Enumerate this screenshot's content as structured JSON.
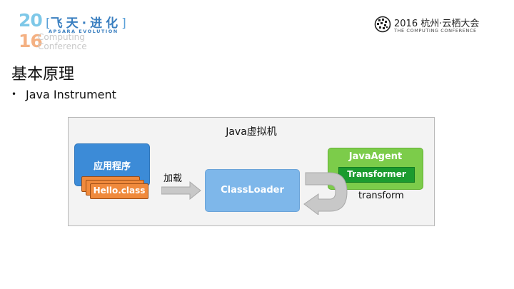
{
  "header": {
    "logo_left": {
      "year_top": "20",
      "year_bottom": "16",
      "title_cn": "飞天·进化",
      "subtitle_en": "APSARA EVOLUTION",
      "faded_line1": "Computing",
      "faded_line2": "Conference"
    },
    "logo_right": {
      "title_cn": "2016 杭州·云栖大会",
      "subtitle_en": "THE COMPUTING CONFERENCE"
    }
  },
  "slide": {
    "title": "基本原理",
    "bullets": [
      "Java Instrument"
    ]
  },
  "diagram": {
    "jvm_label": "Java虚拟机",
    "app_label": "应用程序",
    "class_file_label": "Hello.class",
    "load_label": "加载",
    "classloader_label": "ClassLoader",
    "agent_label": "JavaAgent",
    "transformer_label": "Transformer",
    "transform_label": "transform",
    "colors": {
      "app": "#3c8bd7",
      "class_file": "#f08a3c",
      "classloader": "#7eb7ea",
      "agent": "#7ccc4a",
      "transformer": "#1b9b2f",
      "arrow": "#c8c8c8"
    }
  }
}
